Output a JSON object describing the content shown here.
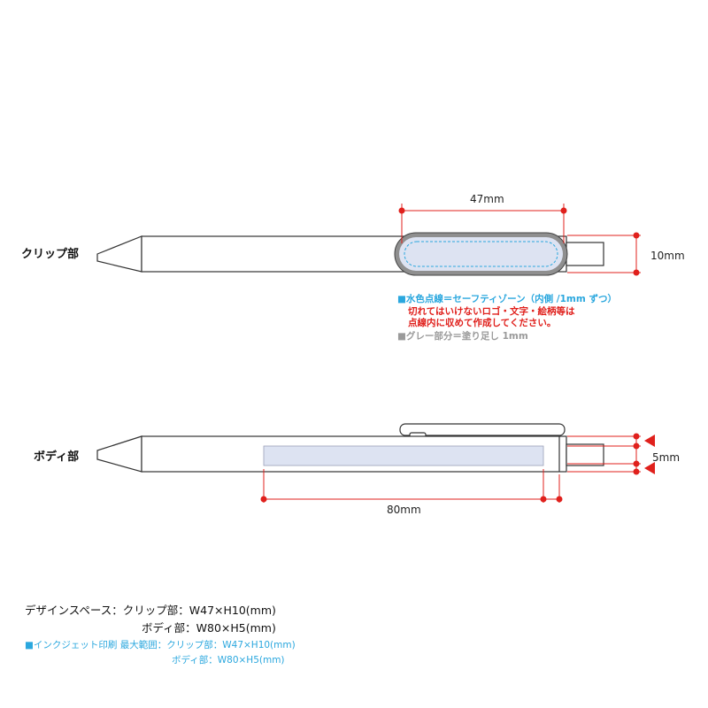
{
  "clip": {
    "label": "クリップ部",
    "width_label": "47mm",
    "height_label": "10mm"
  },
  "body_part": {
    "label": "ボディ部",
    "width_label": "80mm",
    "height_label": "5mm"
  },
  "notes": {
    "line1": "■水色点線＝セーフティゾーン（内側 /1mm ずつ）",
    "line2": "切れてはいけないロゴ・文字・絵柄等は",
    "line3": "点線内に収めて作成してください。",
    "line4": "■グレー部分＝塗り足し 1mm"
  },
  "spec": {
    "design_space_label": "デザインスペース：クリップ部：W47×H10(mm)",
    "design_space_body": "ボディ部：W80×H5(mm)",
    "inkjet_label": "■インクジェット印刷 最大範囲：クリップ部：W47×H10(mm)",
    "inkjet_body": "ボディ部：W80×H5(mm)"
  },
  "colors": {
    "dimension_red": "#e0201c",
    "safety_blue": "#2aa7de",
    "bleed_gray": "#9a9a9a",
    "print_area_fill": "#dde3f2"
  }
}
